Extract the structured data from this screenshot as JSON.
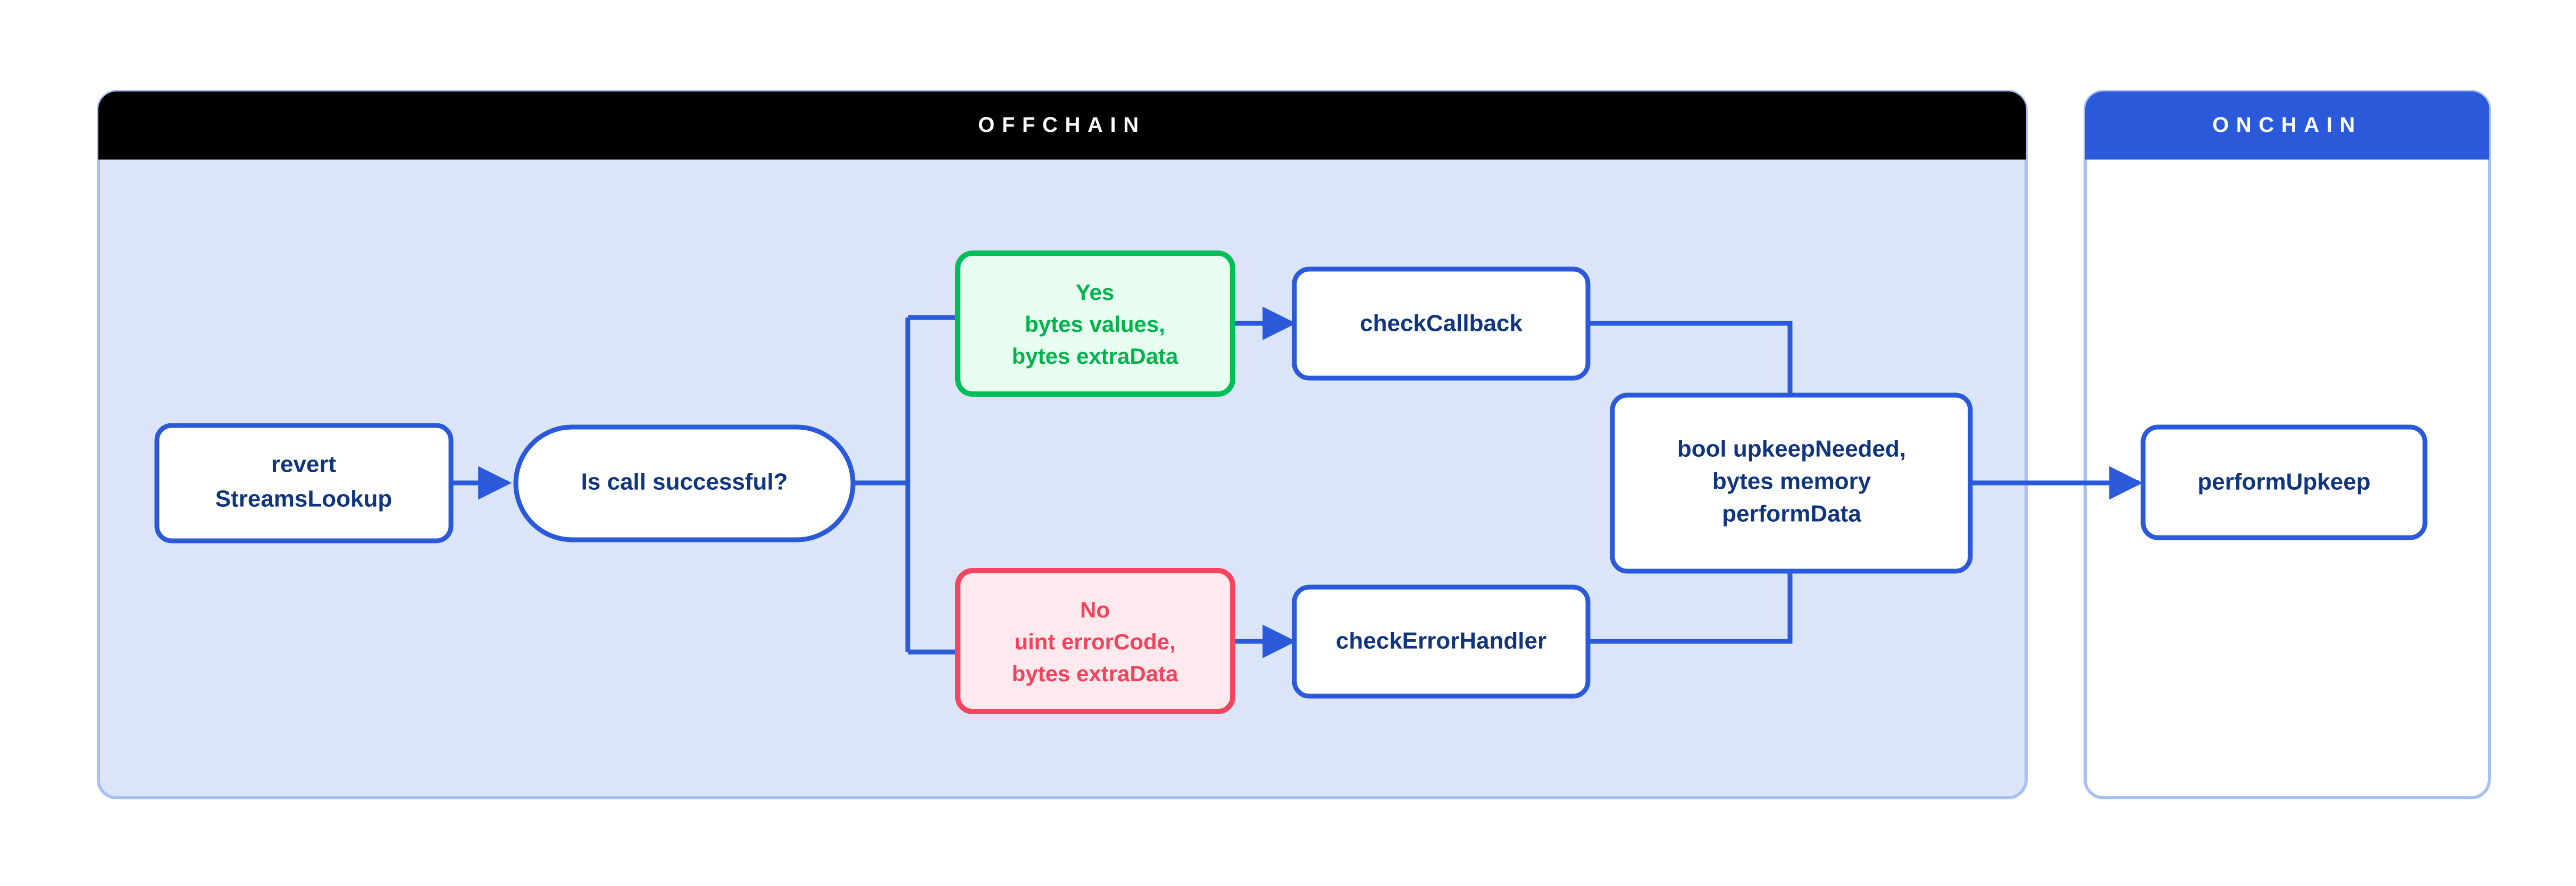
{
  "colors": {
    "offchain_header_bg": "#000000",
    "onchain_header_bg": "#2a5ada",
    "offchain_panel_bg": "#dce5f8",
    "offchain_panel_border": "#a9c0f2",
    "onchain_panel_bg": "#ffffff",
    "onchain_panel_border": "#a9c0f2",
    "node_border_blue": "#2a5ada",
    "node_text_navy": "#10357f",
    "node_bg_white": "#ffffff",
    "success_border": "#00bf5a",
    "success_bg": "#e6fdf0",
    "success_text": "#00b34d",
    "error_border": "#f5455f",
    "error_bg": "#fdeaee",
    "error_text": "#f5425a",
    "connector": "#2a5ada"
  },
  "panels": [
    {
      "id": "offchain",
      "label": "OFFCHAIN"
    },
    {
      "id": "onchain",
      "label": "ONCHAIN"
    }
  ],
  "nodes": [
    {
      "id": "revert-streamslookup",
      "shape": "rounded-rect",
      "lines": [
        "revert",
        "StreamsLookup"
      ]
    },
    {
      "id": "is-call-successful",
      "shape": "pill",
      "lines": [
        "Is call successful?"
      ]
    },
    {
      "id": "yes-branch",
      "shape": "rounded-rect",
      "variant": "success",
      "lines": [
        "Yes",
        "bytes values,",
        "bytes extraData"
      ]
    },
    {
      "id": "no-branch",
      "shape": "rounded-rect",
      "variant": "error",
      "lines": [
        "No",
        "uint errorCode,",
        "bytes extraData"
      ]
    },
    {
      "id": "check-callback",
      "shape": "rounded-rect",
      "lines": [
        "checkCallback"
      ]
    },
    {
      "id": "check-error-handler",
      "shape": "rounded-rect",
      "lines": [
        "checkErrorHandler"
      ]
    },
    {
      "id": "upkeep-needed",
      "shape": "rounded-rect",
      "lines": [
        "bool upkeepNeeded,",
        "bytes memory",
        "performData"
      ]
    },
    {
      "id": "perform-upkeep",
      "shape": "rounded-rect",
      "lines": [
        "performUpkeep"
      ]
    }
  ],
  "edges": [
    {
      "id": "revert-to-decision",
      "from": "revert-streamslookup",
      "to": "is-call-successful",
      "arrow": true
    },
    {
      "id": "decision-to-yes",
      "from": "is-call-successful",
      "to": "yes-branch",
      "arrow": false
    },
    {
      "id": "decision-to-no",
      "from": "is-call-successful",
      "to": "no-branch",
      "arrow": false
    },
    {
      "id": "yes-to-check-callback",
      "from": "yes-branch",
      "to": "check-callback",
      "arrow": true
    },
    {
      "id": "no-to-check-error-handler",
      "from": "no-branch",
      "to": "check-error-handler",
      "arrow": true
    },
    {
      "id": "check-callback-to-upkeep",
      "from": "check-callback",
      "to": "upkeep-needed",
      "arrow": false
    },
    {
      "id": "check-error-handler-to-upkeep",
      "from": "check-error-handler",
      "to": "upkeep-needed",
      "arrow": false
    },
    {
      "id": "upkeep-to-perform",
      "from": "upkeep-needed",
      "to": "perform-upkeep",
      "arrow": true
    }
  ]
}
